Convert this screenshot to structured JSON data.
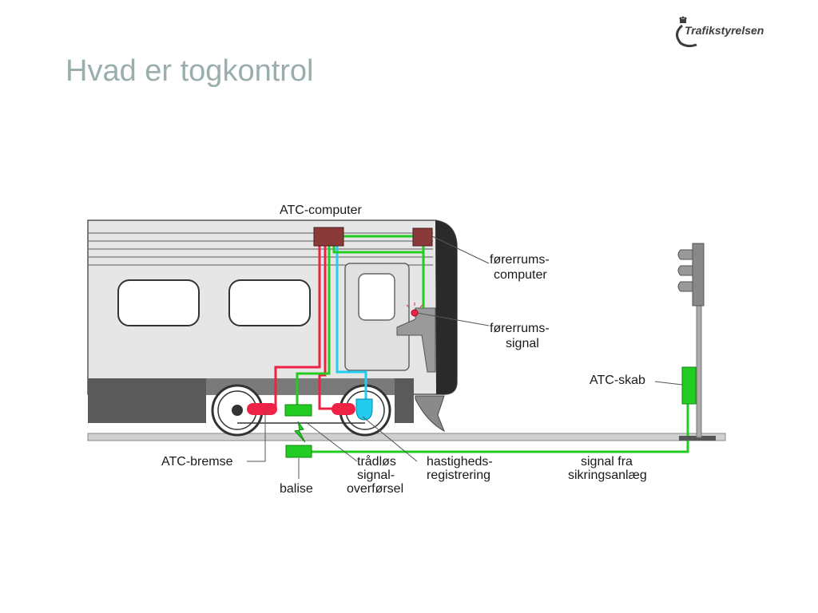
{
  "slide": {
    "title": "Hvad er togkontrol",
    "logo_text": "Trafikstyrelsen"
  },
  "labels": {
    "atc_computer": "ATC-computer",
    "forerrums_computer": [
      "førerrums-",
      "computer"
    ],
    "forerrums_signal": [
      "førerrums-",
      "signal"
    ],
    "atc_skab": "ATC-skab",
    "atc_bremse": "ATC-bremse",
    "balise": "balise",
    "tradlos": [
      "trådløs",
      "signal-",
      "overførsel"
    ],
    "hastigheds": [
      "hastigheds-",
      "registrering"
    ],
    "signal_fra": [
      "signal fra",
      "sikringsanlæg"
    ]
  },
  "colors": {
    "title": "#9aaeae",
    "computer_box": "#8b3a3a",
    "green_line": "#22cc22",
    "red_line": "#ee2244",
    "cyan_line": "#22ccee",
    "train_body": "#e4e4e4",
    "train_dark": "#555555"
  }
}
